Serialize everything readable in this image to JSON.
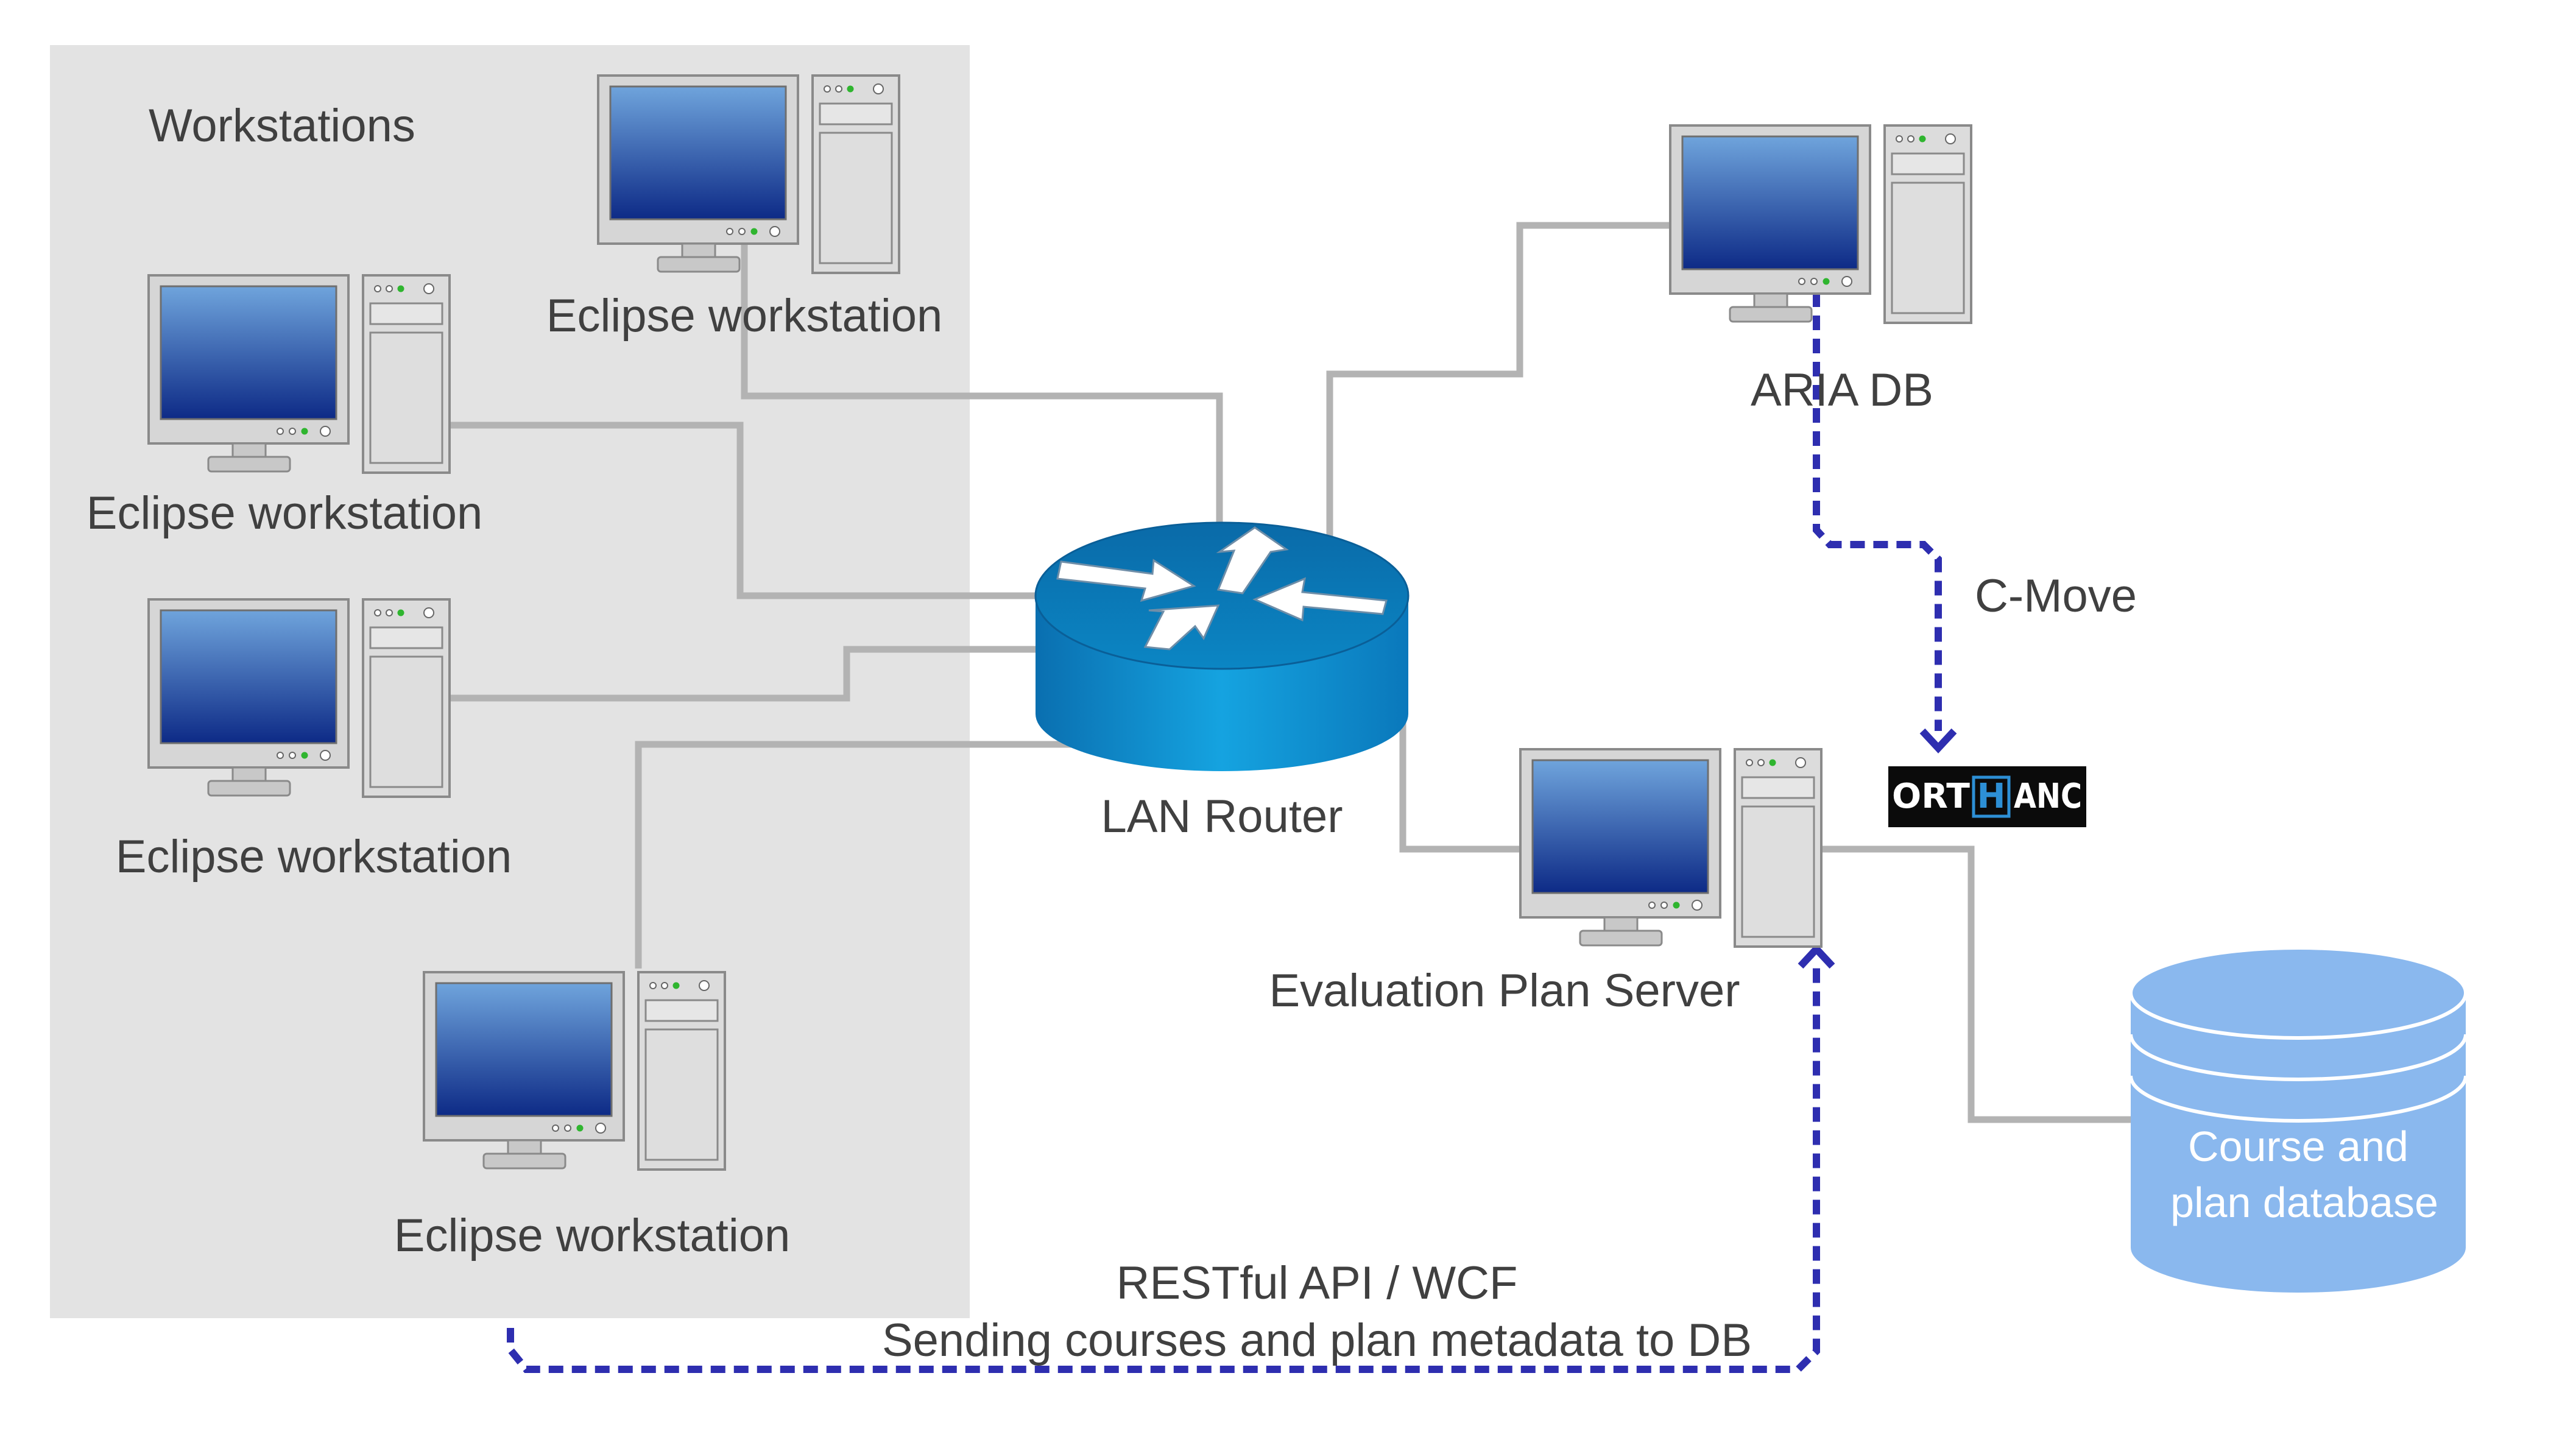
{
  "group": {
    "title": "Workstations"
  },
  "workstations": [
    {
      "label": "Eclipse workstation"
    },
    {
      "label": "Eclipse workstation"
    },
    {
      "label": "Eclipse workstation"
    },
    {
      "label": "Eclipse workstation"
    }
  ],
  "router": {
    "label": "LAN Router"
  },
  "aria": {
    "label": "ARIA DB"
  },
  "eval_server": {
    "label": "Evaluation Plan Server"
  },
  "orthanc": {
    "left": "ORT",
    "mid": "H",
    "right": "ANC"
  },
  "database": {
    "line1": "Course and",
    "line2": "plan database"
  },
  "flows": {
    "cmove": "C-Move",
    "rest_line1": "RESTful API / WCF",
    "rest_line2": "Sending courses and plan metadata to DB"
  },
  "colors": {
    "group_fill": "#e3e3e3",
    "wire": "#b3b3b3",
    "flow": "#2e2eb0",
    "router": "#0b86c4",
    "database": "#8ab8ee",
    "orthanc_bg": "#0b0b0b",
    "orthanc_accent": "#2d8fd5"
  }
}
